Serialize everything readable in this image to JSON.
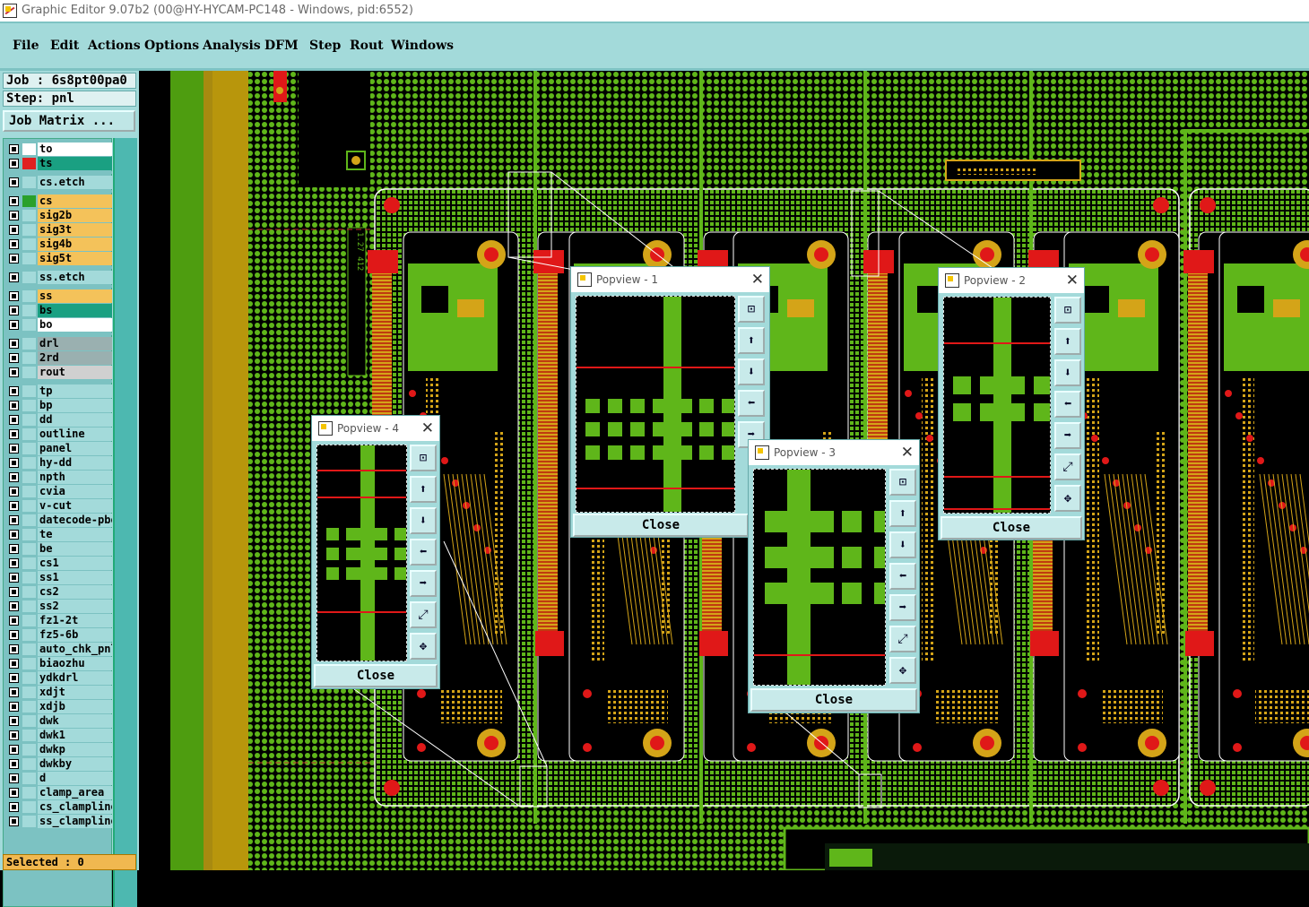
{
  "window": {
    "title": "Graphic Editor 9.07b2 (00@HY-HYCAM-PC148 - Windows, pid:6552)"
  },
  "menu": [
    "File",
    "Edit",
    "Actions",
    "Options",
    "Analysis",
    "DFM",
    "Step",
    "Rout",
    "Windows"
  ],
  "job": {
    "job_label": "Job : 6s8pt00pa0",
    "step_label": "Step: pnl",
    "matrix_button": "Job Matrix ..."
  },
  "layers": [
    {
      "name": "to",
      "color": "#ffffff",
      "active": "#ffffff",
      "group": 1
    },
    {
      "name": "ts",
      "color": "#1aa082",
      "active": "#e02020",
      "group": 1
    },
    {
      "name": "cs.etch",
      "color": "#a3dada",
      "active": "#a3dada",
      "group": 2
    },
    {
      "name": "cs",
      "color": "#f4c25a",
      "active": "#2aa02a",
      "group": 3
    },
    {
      "name": "sig2b",
      "color": "#f4c25a",
      "active": "#a3dada",
      "group": 3
    },
    {
      "name": "sig3t",
      "color": "#f4c25a",
      "active": "#a3dada",
      "group": 3
    },
    {
      "name": "sig4b",
      "color": "#f4c25a",
      "active": "#a3dada",
      "group": 3
    },
    {
      "name": "sig5t",
      "color": "#f4c25a",
      "active": "#a3dada",
      "group": 3
    },
    {
      "name": "ss.etch",
      "color": "#a3dada",
      "active": "#a3dada",
      "group": 4
    },
    {
      "name": "ss",
      "color": "#f4c25a",
      "active": "#a3dada",
      "group": 5
    },
    {
      "name": "bs",
      "color": "#1aa082",
      "active": "#a3dada",
      "group": 5
    },
    {
      "name": "bo",
      "color": "#ffffff",
      "active": "#a3dada",
      "group": 5
    },
    {
      "name": "drl",
      "color": "#9ab0b0",
      "active": "#a3dada",
      "group": 6
    },
    {
      "name": "2rd",
      "color": "#9ab0b0",
      "active": "#a3dada",
      "group": 6
    },
    {
      "name": "rout",
      "color": "#d0d0d0",
      "active": "#a3dada",
      "group": 6
    },
    {
      "name": "tp",
      "color": "#a3dada",
      "active": "#a3dada",
      "group": 7
    },
    {
      "name": "bp",
      "color": "#a3dada",
      "active": "#a3dada",
      "group": 7
    },
    {
      "name": "dd",
      "color": "#a3dada",
      "active": "#a3dada",
      "group": 7
    },
    {
      "name": "outline",
      "color": "#a3dada",
      "active": "#a3dada",
      "group": 7
    },
    {
      "name": "panel",
      "color": "#a3dada",
      "active": "#a3dada",
      "group": 7
    },
    {
      "name": "hy-dd",
      "color": "#a3dada",
      "active": "#a3dada",
      "group": 7
    },
    {
      "name": "npth",
      "color": "#a3dada",
      "active": "#a3dada",
      "group": 7
    },
    {
      "name": "cvia",
      "color": "#a3dada",
      "active": "#a3dada",
      "group": 7
    },
    {
      "name": "v-cut",
      "color": "#a3dada",
      "active": "#a3dada",
      "group": 7
    },
    {
      "name": "datecode-pbe",
      "color": "#a3dada",
      "active": "#a3dada",
      "group": 7
    },
    {
      "name": "te",
      "color": "#a3dada",
      "active": "#a3dada",
      "group": 7
    },
    {
      "name": "be",
      "color": "#a3dada",
      "active": "#a3dada",
      "group": 7
    },
    {
      "name": "cs1",
      "color": "#a3dada",
      "active": "#a3dada",
      "group": 7
    },
    {
      "name": "ss1",
      "color": "#a3dada",
      "active": "#a3dada",
      "group": 7
    },
    {
      "name": "cs2",
      "color": "#a3dada",
      "active": "#a3dada",
      "group": 7
    },
    {
      "name": "ss2",
      "color": "#a3dada",
      "active": "#a3dada",
      "group": 7
    },
    {
      "name": "fz1-2t",
      "color": "#a3dada",
      "active": "#a3dada",
      "group": 7
    },
    {
      "name": "fz5-6b",
      "color": "#a3dada",
      "active": "#a3dada",
      "group": 7
    },
    {
      "name": "auto_chk_pnl",
      "color": "#a3dada",
      "active": "#a3dada",
      "group": 7
    },
    {
      "name": "biaozhu",
      "color": "#a3dada",
      "active": "#a3dada",
      "group": 7
    },
    {
      "name": "ydkdrl",
      "color": "#a3dada",
      "active": "#a3dada",
      "group": 7
    },
    {
      "name": "xdjt",
      "color": "#a3dada",
      "active": "#a3dada",
      "group": 7
    },
    {
      "name": "xdjb",
      "color": "#a3dada",
      "active": "#a3dada",
      "group": 7
    },
    {
      "name": "dwk",
      "color": "#a3dada",
      "active": "#a3dada",
      "group": 7
    },
    {
      "name": "dwk1",
      "color": "#a3dada",
      "active": "#a3dada",
      "group": 7
    },
    {
      "name": "dwkp",
      "color": "#a3dada",
      "active": "#a3dada",
      "group": 7
    },
    {
      "name": "dwkby",
      "color": "#a3dada",
      "active": "#a3dada",
      "group": 7
    },
    {
      "name": "d",
      "color": "#a3dada",
      "active": "#a3dada",
      "group": 7
    },
    {
      "name": "clamp_area",
      "color": "#a3dada",
      "active": "#a3dada",
      "group": 7
    },
    {
      "name": "cs_clampline",
      "color": "#a3dada",
      "active": "#a3dada",
      "group": 7
    },
    {
      "name": "ss_clampline",
      "color": "#a3dada",
      "active": "#a3dada",
      "group": 7
    }
  ],
  "status": {
    "selected": "Selected : 0"
  },
  "popviews": [
    {
      "title": "Popview - 1",
      "close": "Close"
    },
    {
      "title": "Popview - 2",
      "close": "Close"
    },
    {
      "title": "Popview - 3",
      "close": "Close"
    },
    {
      "title": "Popview - 4",
      "close": "Close"
    }
  ],
  "pv_tools": [
    "zoom-fit-icon",
    "pan-up-icon",
    "pan-down-icon",
    "pan-left-icon",
    "pan-right-icon",
    "zoom-in-icon",
    "zoom-out-icon"
  ],
  "colors": {
    "copper": "#5fb61a",
    "pad": "#d4a418",
    "solder": "#e01818",
    "background": "#000000",
    "panel": "#a3dada"
  },
  "board_text": {
    "mark_left": "1.27 412"
  }
}
